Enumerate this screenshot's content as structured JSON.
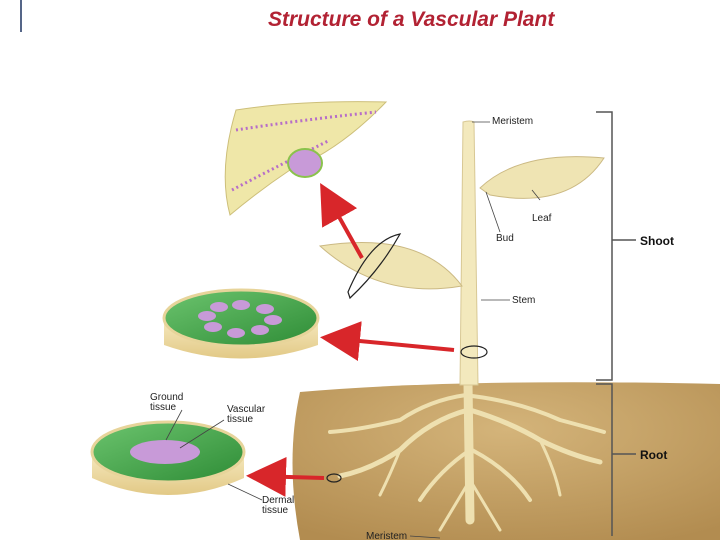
{
  "title": "Structure of a Vascular Plant",
  "labels": {
    "meristem_top": "Meristem",
    "leaf": "Leaf",
    "bud": "Bud",
    "stem": "Stem",
    "ground_tissue": "Ground\ntissue",
    "vascular_tissue": "Vascular\ntissue",
    "dermal_tissue": "Dermal\ntissue",
    "meristem_bottom": "Meristem",
    "shoot": "Shoot",
    "root": "Root"
  },
  "colors": {
    "title": "#b22233",
    "soil": "#c9a76a",
    "plant": "#f3e9bd",
    "leaf": "#efe4b3",
    "tissue_green": "#3fa244",
    "vascular_pink": "#c89ad8",
    "arrow": "#d8262a"
  }
}
